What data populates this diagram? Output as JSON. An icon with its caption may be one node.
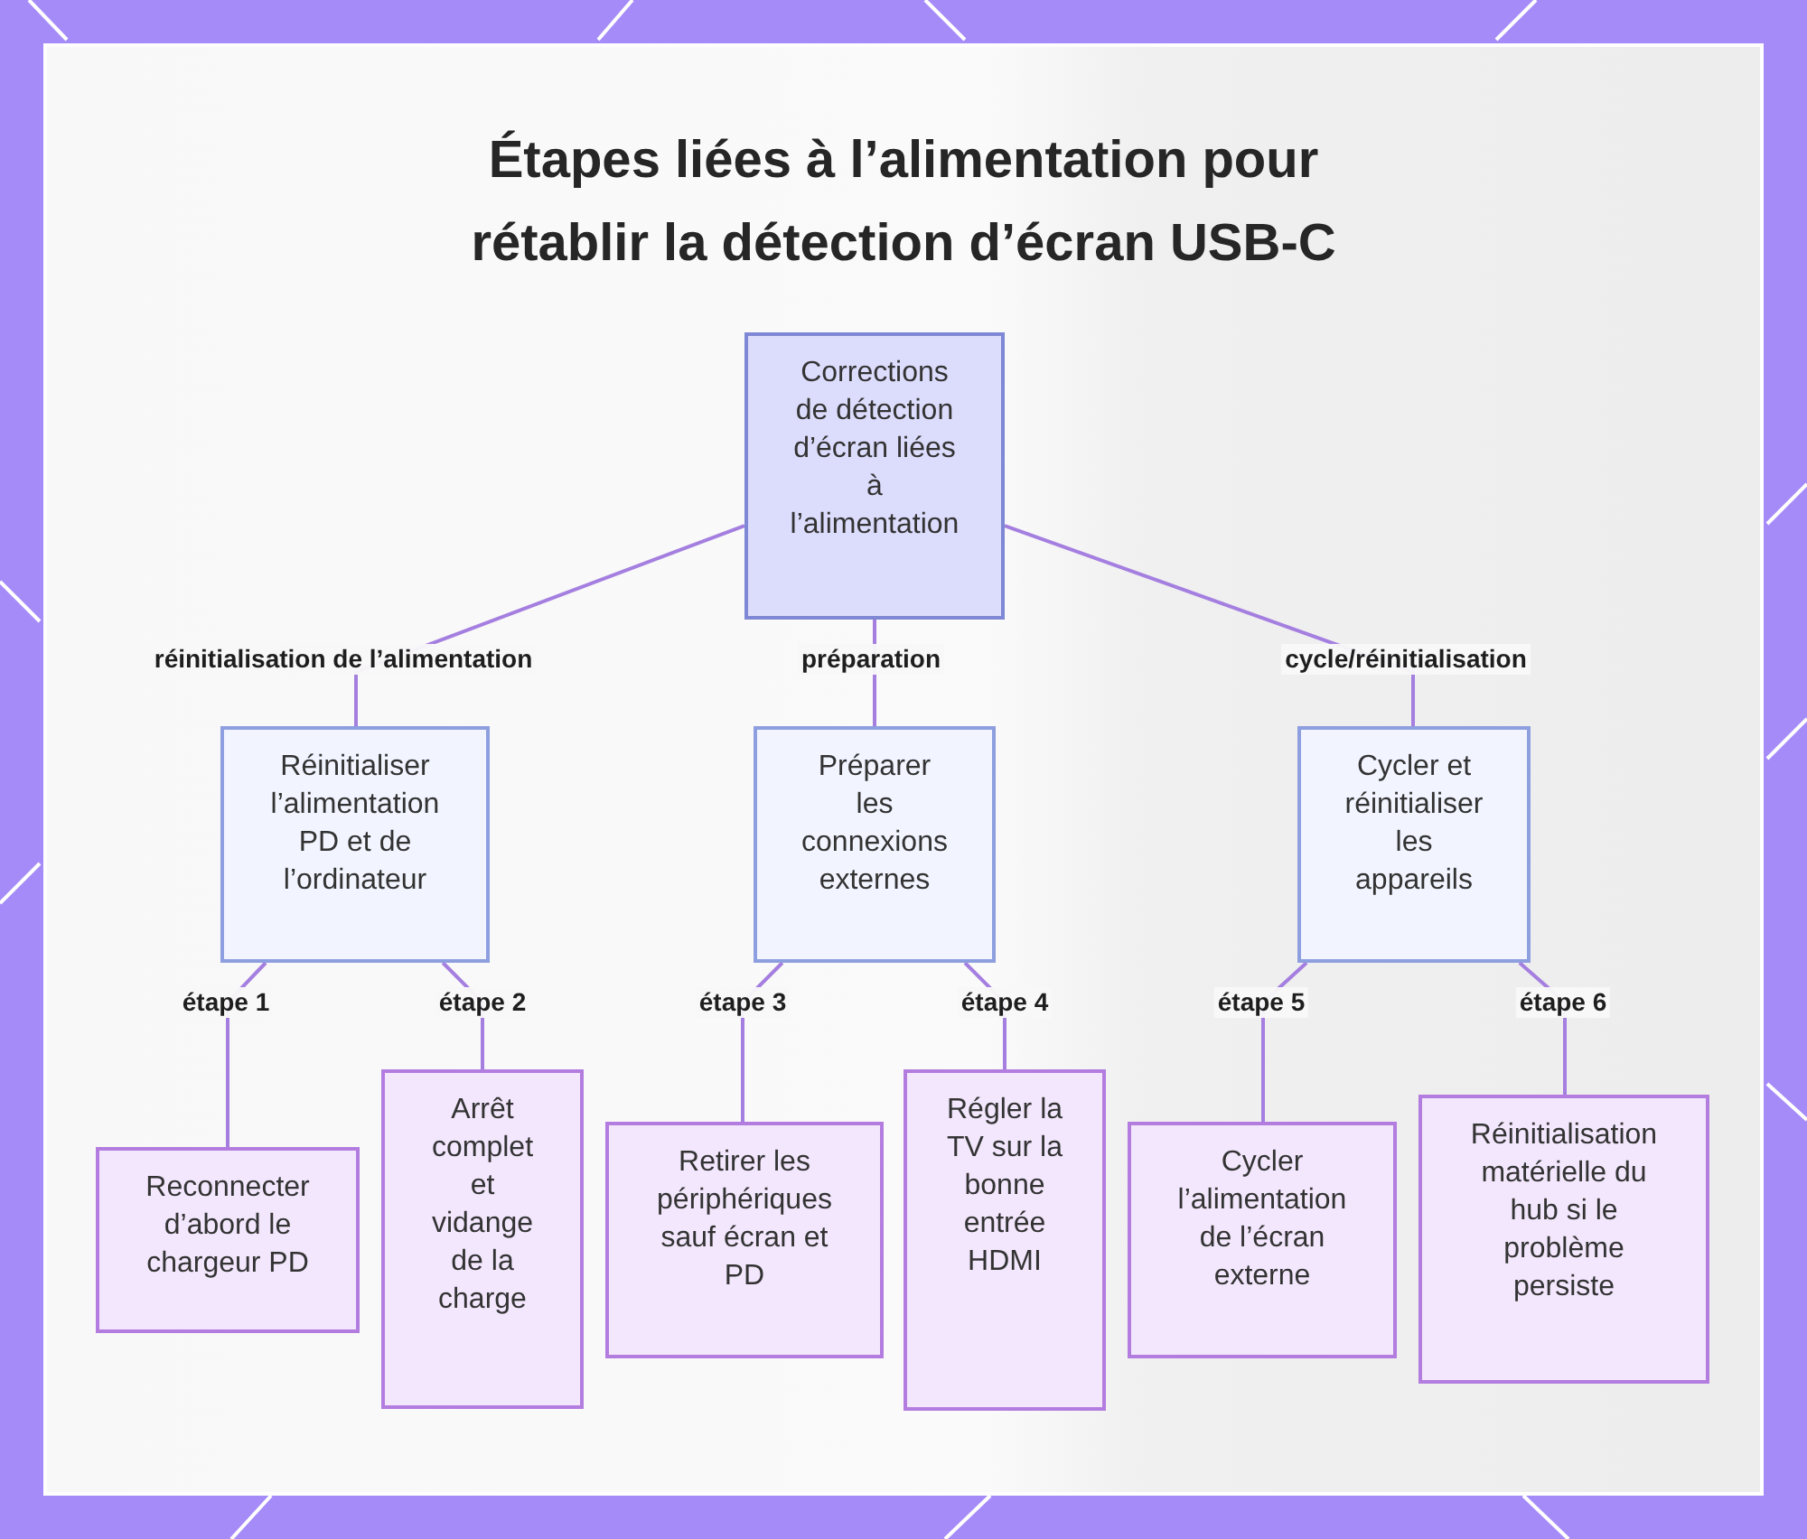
{
  "diagram": {
    "title": "Étapes liées à l’alimentation pour rétablir la détection d’écran USB-C",
    "nodes": [
      {
        "text": [
          "Corrections de détection d’écran liées à l’alimentation"
        ]
      },
      {
        "text": [
          "Réinitialiser l’alimentation PD et de l’ordinateur"
        ]
      },
      {
        "text": [
          "Préparer les connexions externes"
        ]
      },
      {
        "text": [
          "Cycler et réinitialiser les appareils"
        ]
      },
      {
        "text": [
          "Reconnecter d’abord le chargeur PD"
        ]
      },
      {
        "text": [
          "Arrêt complet et vidange de la charge"
        ]
      },
      {
        "text": [
          "Retirer les périphériques sauf écran et PD"
        ]
      },
      {
        "text": [
          "Régler la TV sur la bonne entrée HDMI"
        ]
      },
      {
        "text": [
          "Cycler l’alimentation de l’écran externe"
        ]
      },
      {
        "text": [
          "Réinitialisation matérielle du hub si le problème persiste"
        ]
      }
    ],
    "edges": [
      {
        "from": 0,
        "to": 1,
        "arrow": "none",
        "label": "réinitialisation de l’alimentation"
      },
      {
        "from": 0,
        "to": 2,
        "arrow": "none",
        "label": "préparation"
      },
      {
        "from": 0,
        "to": 3,
        "arrow": "none",
        "label": "cycle/réinitialisation"
      },
      {
        "from": 1,
        "to": 4,
        "arrow": "none",
        "label": "étape 1"
      },
      {
        "from": 1,
        "to": 5,
        "arrow": "none",
        "label": "étape 2"
      },
      {
        "from": 2,
        "to": 6,
        "arrow": "none",
        "label": "étape 3"
      },
      {
        "from": 2,
        "to": 7,
        "arrow": "none",
        "label": "étape 4"
      },
      {
        "from": 3,
        "to": 8,
        "arrow": "none",
        "label": "étape 5"
      },
      {
        "from": 3,
        "to": 9,
        "arrow": "none",
        "label": "étape 6"
      }
    ]
  }
}
